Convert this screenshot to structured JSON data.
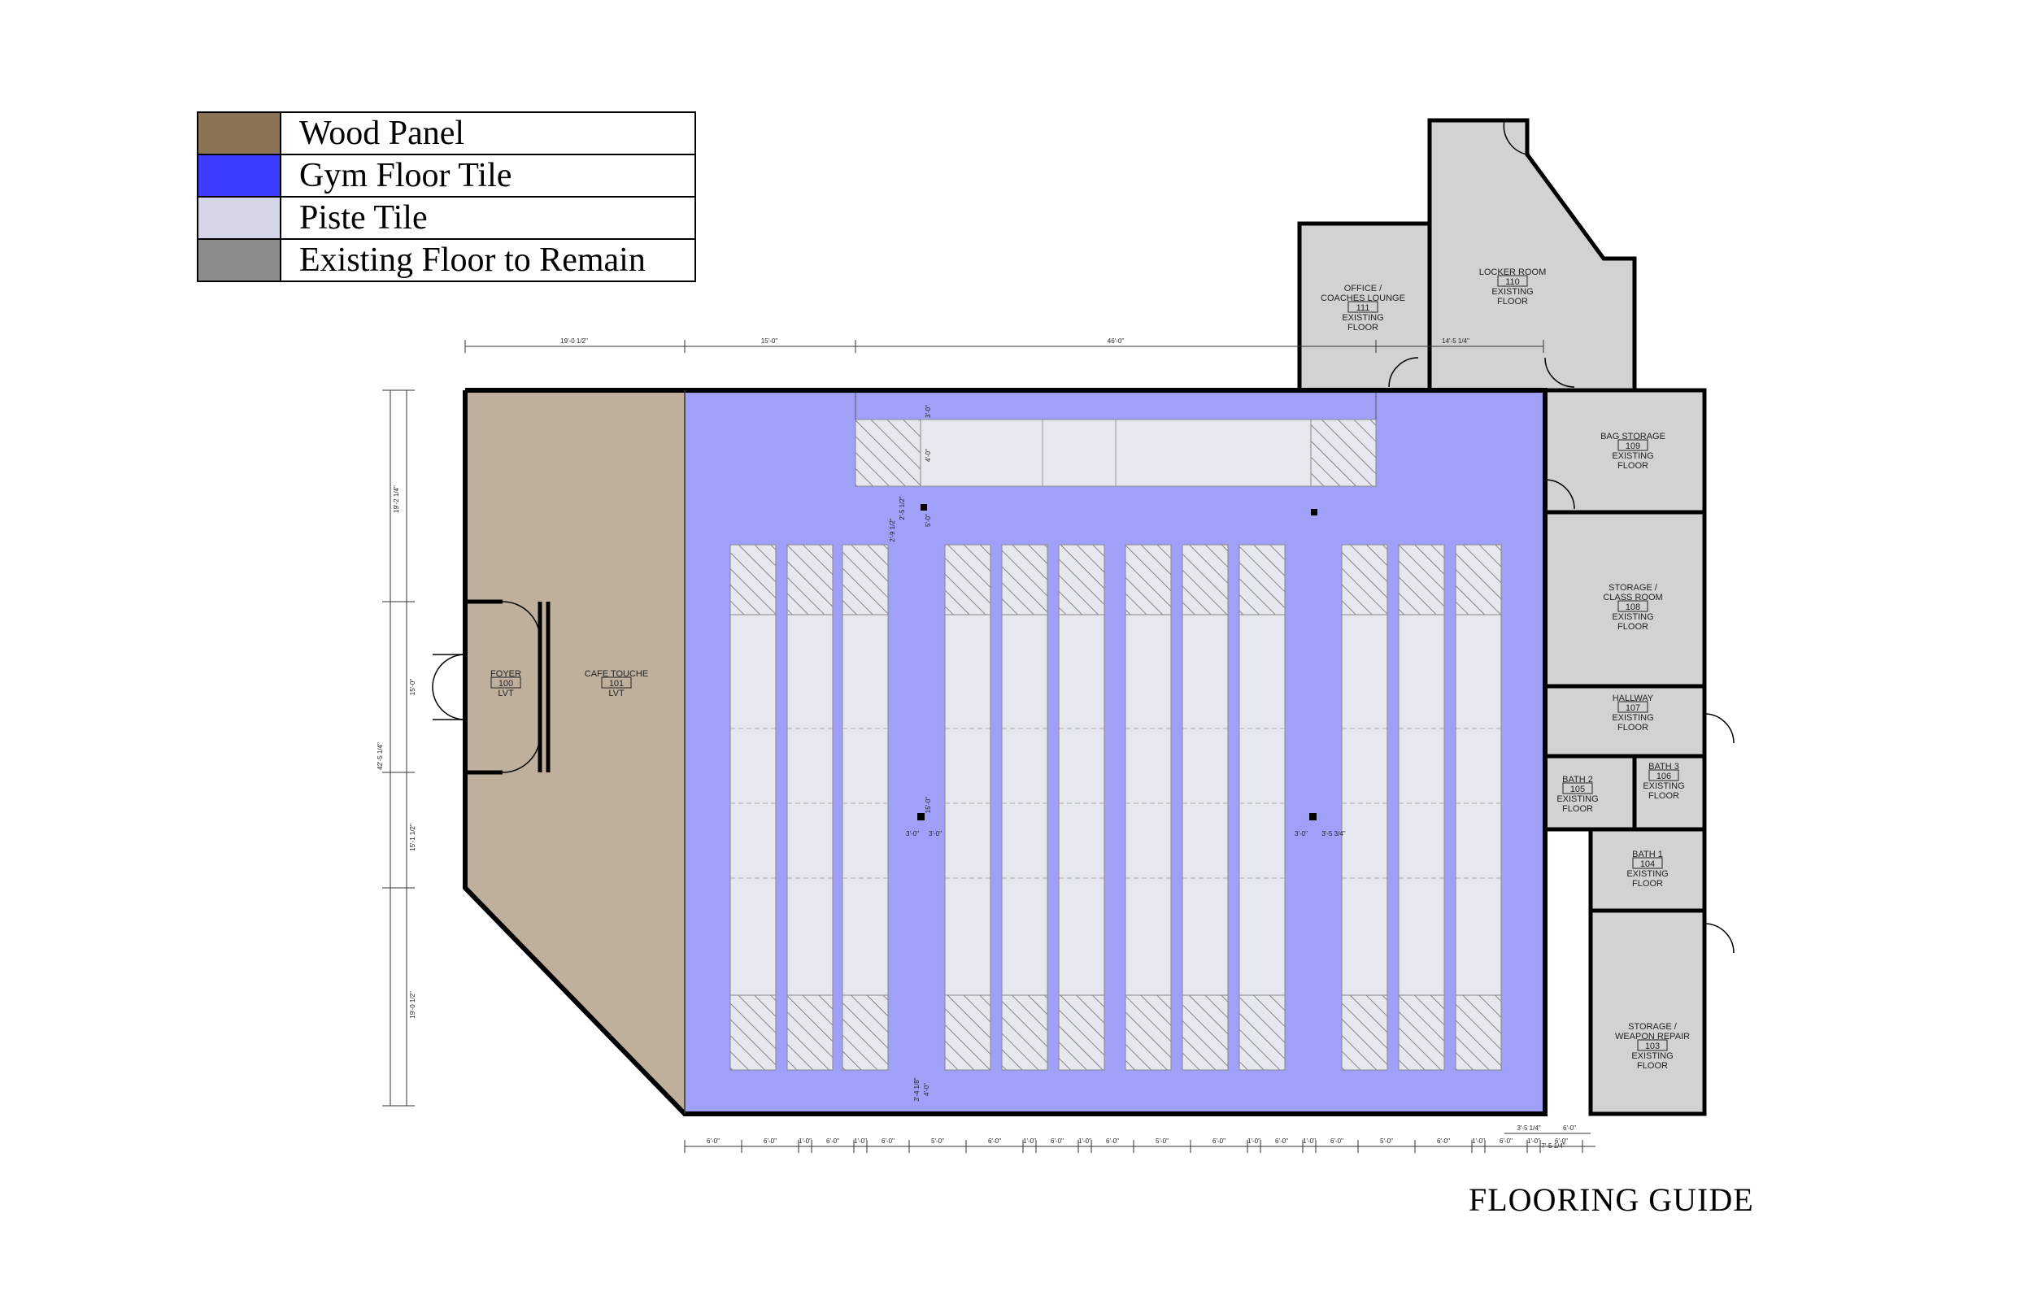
{
  "legend": [
    {
      "label": "Wood Panel",
      "color": "#8b7355"
    },
    {
      "label": "Gym Floor Tile",
      "color": "#3d3dff"
    },
    {
      "label": "Piste Tile",
      "color": "#d4d6e8"
    },
    {
      "label": "Existing Floor to Remain",
      "color": "#8c8c8c"
    }
  ],
  "title": "FLOORING GUIDE",
  "colors": {
    "wood": "#beb09c",
    "gym": "#a0a0f8",
    "piste": "#e6e8ef",
    "existing": "#d2d2d2",
    "wall": "#000000"
  },
  "rooms": {
    "foyer": {
      "name": "FOYER",
      "num": "100",
      "floor": "LVT"
    },
    "cafe": {
      "name": "CAFE TOUCHE",
      "num": "101",
      "floor": "LVT"
    },
    "weapon": {
      "name1": "STORAGE /",
      "name2": "WEAPON REPAIR",
      "num": "103",
      "floor1": "EXISTING",
      "floor2": "FLOOR"
    },
    "bath1": {
      "name": "BATH 1",
      "num": "104",
      "floor1": "EXISTING",
      "floor2": "FLOOR"
    },
    "bath2": {
      "name": "BATH 2",
      "num": "105",
      "floor1": "EXISTING",
      "floor2": "FLOOR"
    },
    "bath3": {
      "name": "BATH 3",
      "num": "106",
      "floor1": "EXISTING",
      "floor2": "FLOOR"
    },
    "hallway": {
      "name": "HALLWAY",
      "num": "107",
      "floor1": "EXISTING",
      "floor2": "FLOOR"
    },
    "classroom": {
      "name1": "STORAGE /",
      "name2": "CLASS ROOM",
      "num": "108",
      "floor1": "EXISTING",
      "floor2": "FLOOR"
    },
    "bag": {
      "name": "BAG STORAGE",
      "num": "109",
      "floor1": "EXISTING",
      "floor2": "FLOOR"
    },
    "locker": {
      "name": "LOCKER ROOM",
      "num": "110",
      "floor1": "EXISTING",
      "floor2": "FLOOR"
    },
    "office": {
      "name1": "OFFICE /",
      "name2": "COACHES LOUNGE",
      "num": "111",
      "floor1": "EXISTING",
      "floor2": "FLOOR"
    }
  },
  "dims": {
    "top": [
      "19'-0 1/2\"",
      "15'-0\"",
      "46'-0\"",
      "14'-5 1/4\""
    ],
    "left": [
      "19'-2 1/4\"",
      "42'-5 1/4\"",
      "15'-0\"",
      "15'-1 1/2\"",
      "19'-0 1/2\""
    ],
    "bottom": [
      "6'-0\"",
      "6'-0\"",
      "1'-0\"",
      "6'-0\"",
      "1'-0\"",
      "6'-0\"",
      "5'-0\"",
      "6'-0\"",
      "1'-0\"",
      "6'-0\"",
      "1'-0\"",
      "6'-0\"",
      "5'-0\"",
      "6'-0\"",
      "1'-0\"",
      "6'-0\"",
      "1'-0\"",
      "6'-0\"",
      "5'-0\"",
      "6'-0\"",
      "1'-0\"",
      "6'-0\"",
      "1'-0\"",
      "6'-0\""
    ],
    "right": [
      "3'-5 1/4\"",
      "6'-0\"",
      "7'-5 1/4\""
    ],
    "inner": [
      "3'-0\"",
      "4'-0\"",
      "2'-5 1/2\"",
      "2'-9 1/2\"",
      "5'-0\"",
      "3'-0\"",
      "3'-0\"",
      "3'-0\"",
      "3'-5 3/4\"",
      "3'-4 1/8\"",
      "4'-0\"",
      "15'-0\""
    ]
  }
}
